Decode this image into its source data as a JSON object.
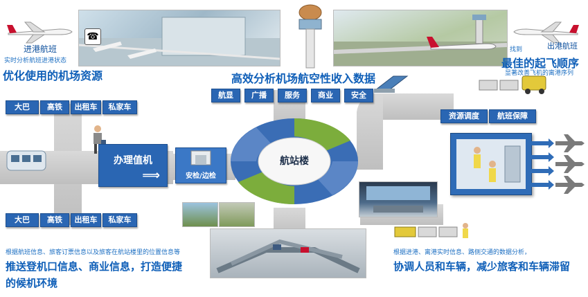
{
  "top_left": {
    "plane_label": "进港航班",
    "sub": "实时分析航班进港状态",
    "title": "优化使用的机场资源"
  },
  "top_center": {
    "title": "高效分析机场航空性收入数据",
    "tabs": [
      "航显",
      "广播",
      "服务",
      "商业",
      "安全"
    ]
  },
  "top_right": {
    "plane_label": "出港航班",
    "find": "找到",
    "title": "最佳的起飞顺序",
    "sub": "显著改善飞机的离港序列",
    "tabs": [
      "资源调度",
      "航班保障"
    ]
  },
  "transport_top": [
    "大巴",
    "高铁",
    "出租车",
    "私家车"
  ],
  "transport_bottom": [
    "大巴",
    "高铁",
    "出租车",
    "私家车"
  ],
  "checkin": "办理值机",
  "security": "安检/边检",
  "terminal": "航站楼",
  "bottom_left": {
    "sub": "根据航班信息、旅客订票信息以及旅客在航站楼里的位置信息等",
    "title1": "推送登机口信息、商业信息，打造便捷",
    "title2": "的候机环境"
  },
  "bottom_right": {
    "sub": "根据进港、离港实时信息、路侧交通的数据分析，",
    "title": "协调人员和车辆，减少旅客和车辆滞留"
  },
  "colors": {
    "sign_blue": "#2a66b3",
    "ring_blue": "#3a6db5",
    "ring_green": "#7cad3c",
    "heading_blue": "#0f5fb8"
  }
}
